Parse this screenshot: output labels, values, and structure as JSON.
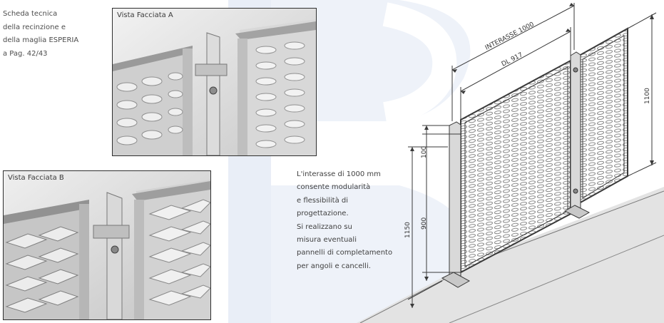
{
  "top_note": {
    "lines": [
      "Scheda tecnica",
      "della recinzione e",
      "della maglia ESPERIA",
      "a Pag. 42/43"
    ]
  },
  "photos": {
    "a": {
      "label": "Vista Facciata A"
    },
    "b": {
      "label": "Vista Facciata B"
    }
  },
  "description": {
    "lines": [
      "L'interasse di 1000 mm",
      "consente modularità",
      "e flessibilità di",
      "progettazione.",
      "Si realizzano su",
      "misura eventuali",
      "pannelli di completamento",
      "per angoli e cancelli."
    ]
  },
  "dimensions": {
    "interasse": "INTERASSE 1000",
    "dl": "DL 917",
    "height_right": "1100",
    "top_offset": "100",
    "panel_height": "900",
    "total_height": "1150"
  },
  "colors": {
    "watermark": "#e6ecf6",
    "metal_light": "#d4d4d4",
    "metal_dark": "#8a8a8a",
    "line": "#3a3a3a"
  }
}
